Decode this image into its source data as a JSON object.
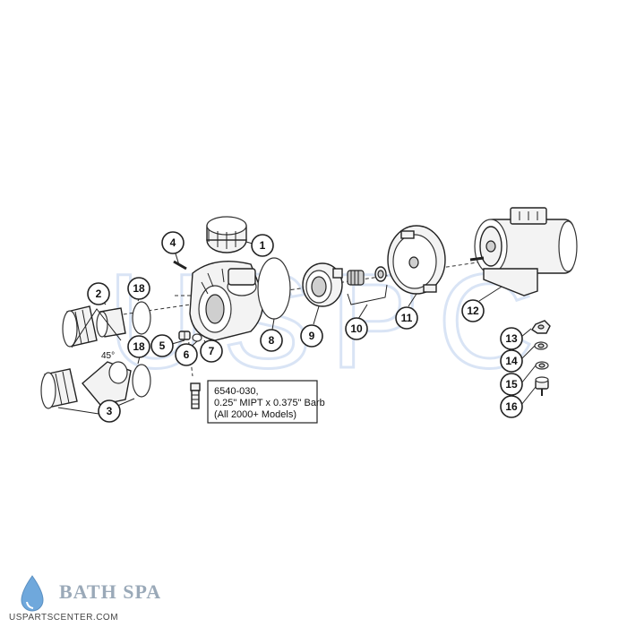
{
  "diagram": {
    "watermark": "USPC",
    "callouts": [
      {
        "id": "1",
        "label": "1"
      },
      {
        "id": "2",
        "label": "2"
      },
      {
        "id": "3",
        "label": "3"
      },
      {
        "id": "4",
        "label": "4"
      },
      {
        "id": "5",
        "label": "5"
      },
      {
        "id": "6",
        "label": "6"
      },
      {
        "id": "7",
        "label": "7"
      },
      {
        "id": "8",
        "label": "8"
      },
      {
        "id": "9",
        "label": "9"
      },
      {
        "id": "10",
        "label": "10"
      },
      {
        "id": "11",
        "label": "11"
      },
      {
        "id": "12",
        "label": "12"
      },
      {
        "id": "13",
        "label": "13"
      },
      {
        "id": "14",
        "label": "14"
      },
      {
        "id": "15",
        "label": "15"
      },
      {
        "id": "16",
        "label": "16"
      },
      {
        "id": "18a",
        "label": "18"
      },
      {
        "id": "18b",
        "label": "18"
      }
    ],
    "angle_label": "45°",
    "note": {
      "line1": "6540-030,",
      "line2": "0.25\" MIPT x 0.375\" Barb",
      "line3": "(All 2000+ Models)"
    }
  },
  "brand": {
    "name": "BATH SPA",
    "url": "USPARTSCENTER.COM",
    "drop_color": "#6fa8dc"
  }
}
